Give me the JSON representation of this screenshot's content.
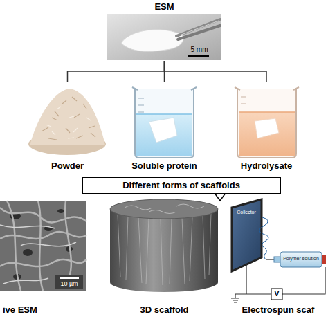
{
  "diagram": {
    "nodes": [
      {
        "text": [
          "ESM"
        ]
      },
      {
        "text": [
          "Powder"
        ]
      },
      {
        "text": [
          "Soluble protein"
        ]
      },
      {
        "text": [
          "Hydrolysate"
        ]
      },
      {
        "text": [
          "Different forms of scaffolds"
        ]
      },
      {
        "text": [
          "ive ESM"
        ]
      },
      {
        "text": [
          "3D scaffold"
        ]
      },
      {
        "text": [
          "Electrospun scaf"
        ]
      }
    ],
    "edges": [
      {
        "from": 0,
        "to": 1,
        "arrow": "none"
      },
      {
        "from": 0,
        "to": 2,
        "arrow": "none"
      },
      {
        "from": 0,
        "to": 3,
        "arrow": "none"
      }
    ],
    "labels": [
      "5 mm",
      "10 µm",
      "Collector",
      "Polymer solution",
      "V"
    ]
  }
}
